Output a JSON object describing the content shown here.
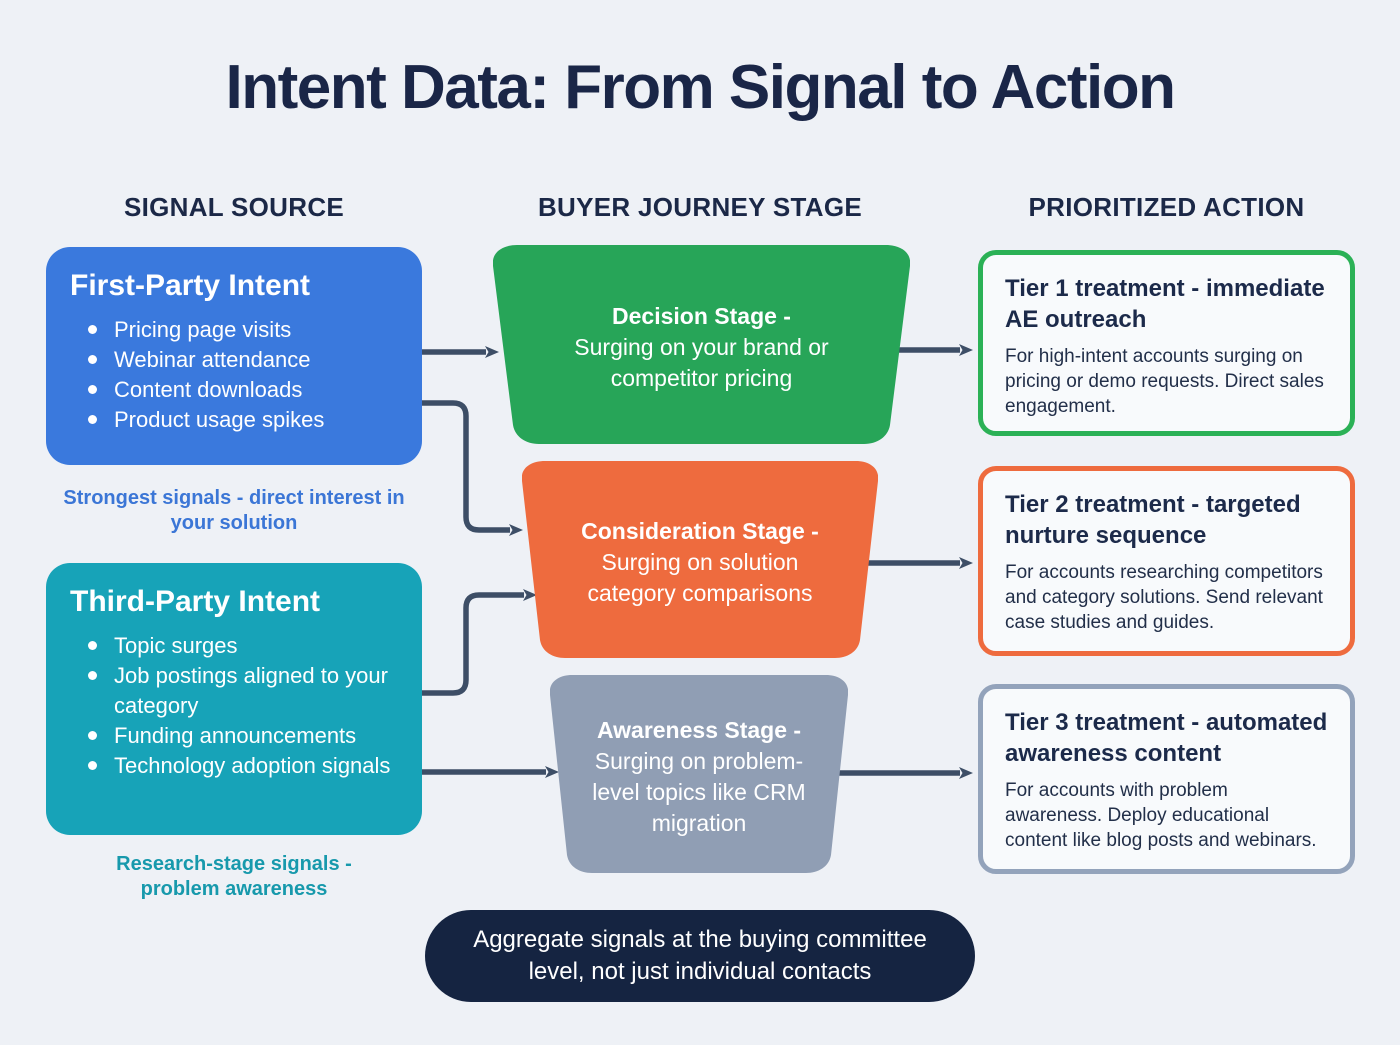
{
  "page": {
    "title": "Intent Data: From Signal to Action",
    "background_color": "#eef1f6",
    "title_color": "#1a2647"
  },
  "columns": {
    "signal_source": "SIGNAL SOURCE",
    "buyer_journey": "BUYER JOURNEY STAGE",
    "prioritized_action": "PRIORITIZED ACTION"
  },
  "signal_sources": [
    {
      "title": "First-Party Intent",
      "bullets": [
        "Pricing page visits",
        "Webinar attendance",
        "Content downloads",
        "Product usage spikes"
      ],
      "caption": "Strongest signals - direct interest in your solution",
      "box_color": "#3a79dd",
      "caption_color": "#3b76d6"
    },
    {
      "title": "Third-Party Intent",
      "bullets": [
        "Topic surges",
        "Job postings aligned to your category",
        "Funding announcements",
        "Technology adoption signals"
      ],
      "caption": "Research-stage signals - problem awareness",
      "box_color": "#17a3b8",
      "caption_color": "#1799ac"
    }
  ],
  "journey_stages": [
    {
      "title": "Decision Stage -",
      "subtitle": "Surging on your brand or competitor pricing",
      "color": "#27a558"
    },
    {
      "title": "Consideration Stage -",
      "subtitle": "Surging on solution category comparisons",
      "color": "#ee6b3e"
    },
    {
      "title": "Awareness Stage -",
      "subtitle": "Surging on problem-level topics like CRM migration",
      "color": "#909eb4"
    }
  ],
  "actions": [
    {
      "title": "Tier 1 treatment - immediate AE outreach",
      "body": "For high-intent accounts surging on pricing or demo requests. Direct sales engagement.",
      "border_color": "#2bb156"
    },
    {
      "title": "Tier 2 treatment - targeted nurture sequence",
      "body": "For accounts researching competitors and category solutions. Send relevant case studies and guides.",
      "border_color": "#ee6b3e"
    },
    {
      "title": "Tier 3 treatment - automated awareness content",
      "body": "For accounts with problem awareness. Deploy educational content like blog posts and webinars.",
      "border_color": "#93a3bb"
    }
  ],
  "footer_note": "Aggregate signals at the buying committee level, not just individual contacts",
  "colors": {
    "arrow": "#3d4e66",
    "pill_bg": "#152441",
    "tier_bg": "#f8fafc"
  }
}
